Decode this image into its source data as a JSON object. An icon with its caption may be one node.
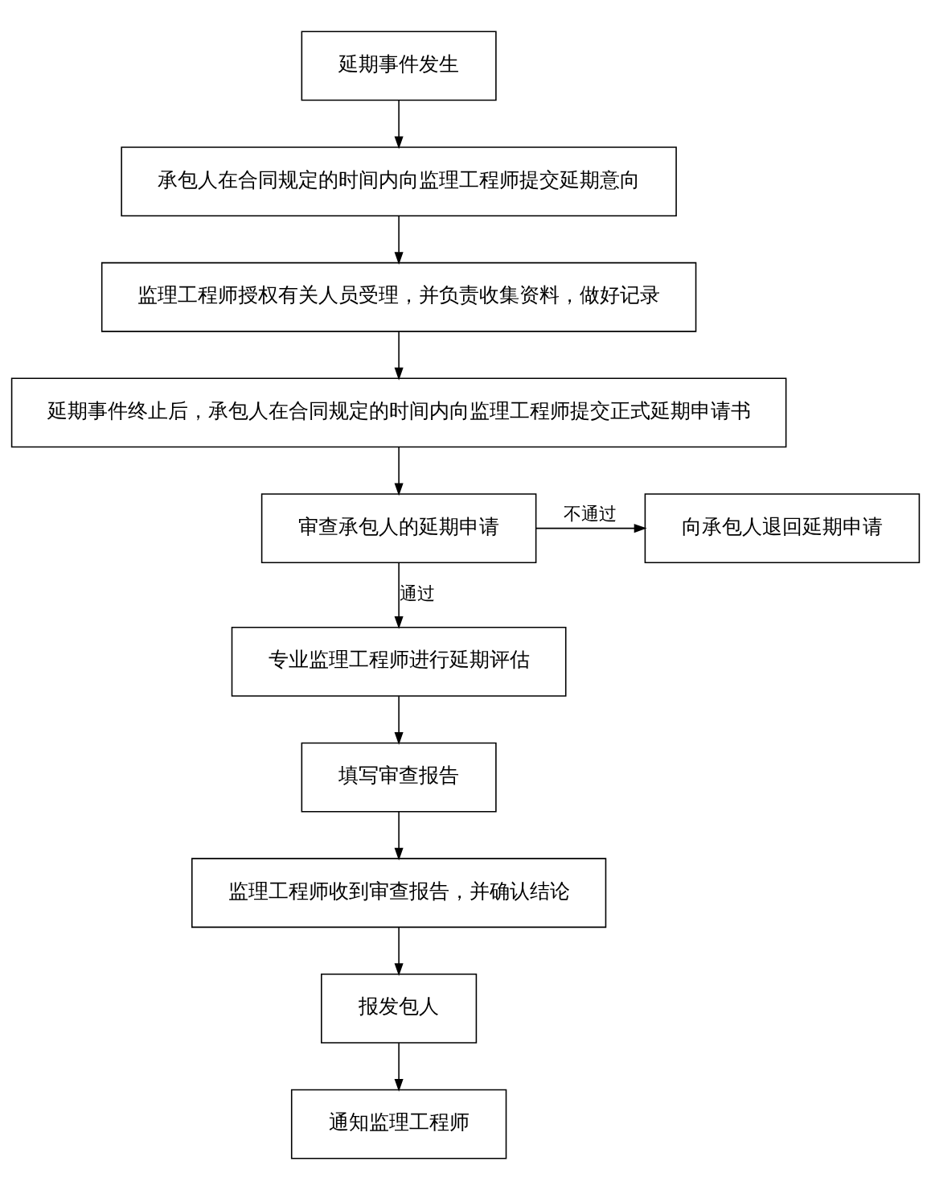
{
  "diagram": {
    "nodes": [
      {
        "text": [
          "延期事件发生"
        ]
      },
      {
        "text": [
          "承包人在合同规定的时间内向监理工程师提交延期意向"
        ]
      },
      {
        "text": [
          "监理工程师授权有关人员受理，并负责收集资料，做好记录"
        ]
      },
      {
        "text": [
          "延期事件终止后，承包人在合同规定的时间内向监理工程师提交正式延期申请书"
        ]
      },
      {
        "text": [
          "审查承包人的延期申请"
        ]
      },
      {
        "text": [
          "向承包人退回延期申请"
        ]
      },
      {
        "text": [
          "专业监理工程师进行延期评估"
        ]
      },
      {
        "text": [
          "填写审查报告"
        ]
      },
      {
        "text": [
          "监理工程师收到审查报告，并确认结论"
        ]
      },
      {
        "text": [
          "报发包人"
        ]
      },
      {
        "text": [
          "通知监理工程师"
        ]
      }
    ],
    "edges": [
      {
        "from": 0,
        "to": 1,
        "arrow": "to"
      },
      {
        "from": 1,
        "to": 2,
        "arrow": "to"
      },
      {
        "from": 2,
        "to": 3,
        "arrow": "to"
      },
      {
        "from": 3,
        "to": 4,
        "arrow": "to"
      },
      {
        "from": 4,
        "to": 5,
        "arrow": "to",
        "label": "不通过"
      },
      {
        "from": 4,
        "to": 6,
        "arrow": "to",
        "label": "通过"
      },
      {
        "from": 6,
        "to": 7,
        "arrow": "to"
      },
      {
        "from": 7,
        "to": 8,
        "arrow": "to"
      },
      {
        "from": 8,
        "to": 9,
        "arrow": "to"
      },
      {
        "from": 9,
        "to": 10,
        "arrow": "to"
      }
    ]
  }
}
